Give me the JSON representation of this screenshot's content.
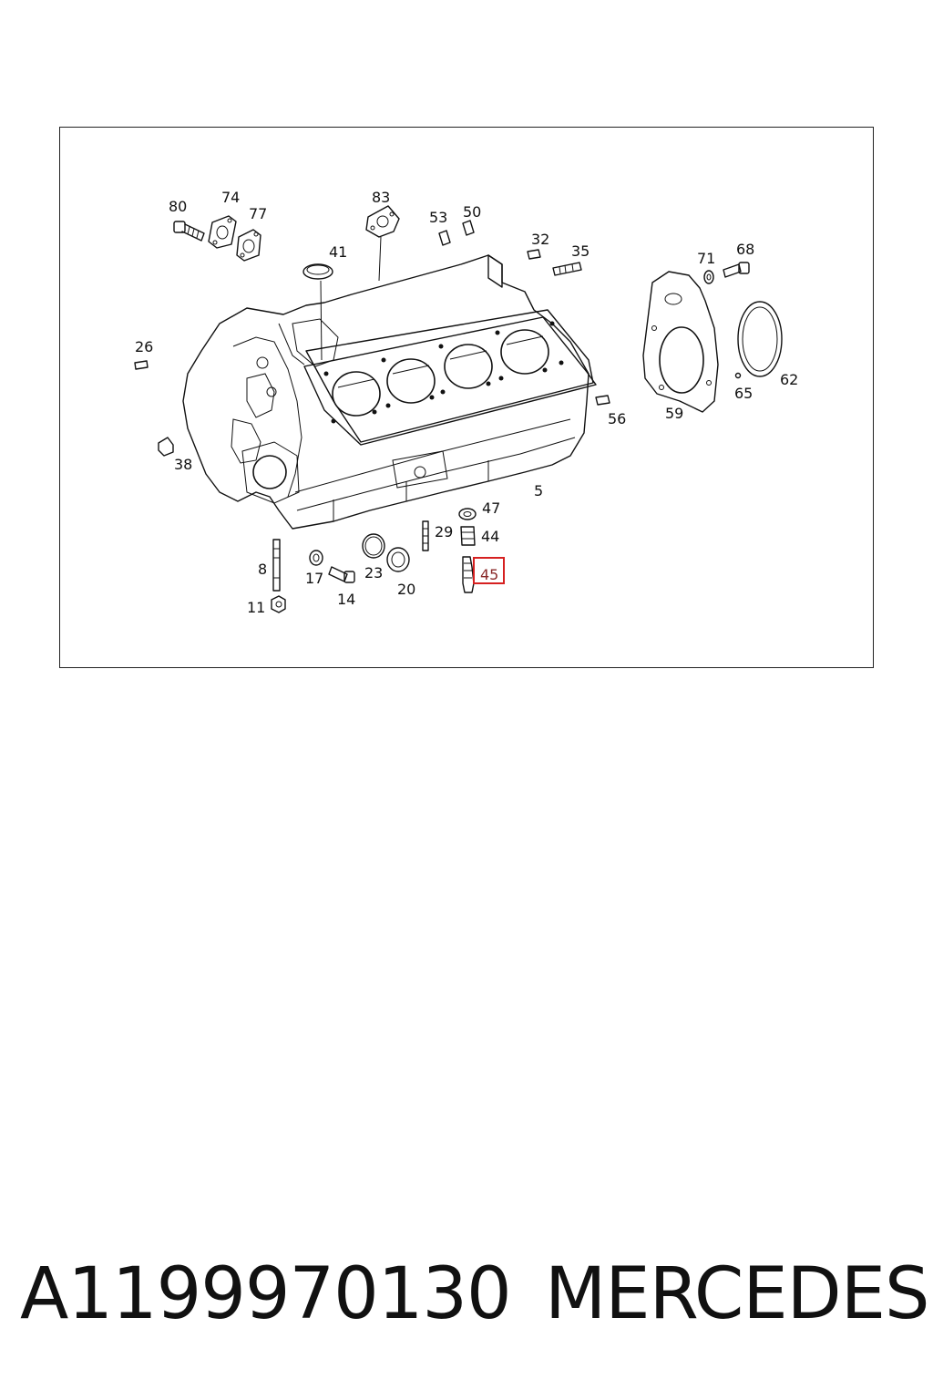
{
  "diagram": {
    "callouts": [
      {
        "id": "80",
        "label": "80"
      },
      {
        "id": "74",
        "label": "74"
      },
      {
        "id": "77",
        "label": "77"
      },
      {
        "id": "83",
        "label": "83"
      },
      {
        "id": "53",
        "label": "53"
      },
      {
        "id": "50",
        "label": "50"
      },
      {
        "id": "41",
        "label": "41"
      },
      {
        "id": "32",
        "label": "32"
      },
      {
        "id": "35",
        "label": "35"
      },
      {
        "id": "71",
        "label": "71"
      },
      {
        "id": "68",
        "label": "68"
      },
      {
        "id": "26",
        "label": "26"
      },
      {
        "id": "62",
        "label": "62"
      },
      {
        "id": "65",
        "label": "65"
      },
      {
        "id": "56",
        "label": "56"
      },
      {
        "id": "59",
        "label": "59"
      },
      {
        "id": "38",
        "label": "38"
      },
      {
        "id": "5",
        "label": "5"
      },
      {
        "id": "47",
        "label": "47"
      },
      {
        "id": "29",
        "label": "29"
      },
      {
        "id": "44",
        "label": "44"
      },
      {
        "id": "8",
        "label": "8"
      },
      {
        "id": "17",
        "label": "17"
      },
      {
        "id": "23",
        "label": "23"
      },
      {
        "id": "20",
        "label": "20"
      },
      {
        "id": "14",
        "label": "14"
      },
      {
        "id": "11",
        "label": "11"
      }
    ],
    "highlighted": {
      "label": "45",
      "color": "#d62020"
    }
  },
  "footer": {
    "part_number": "A1199970130",
    "brand": "MERCEDES"
  }
}
